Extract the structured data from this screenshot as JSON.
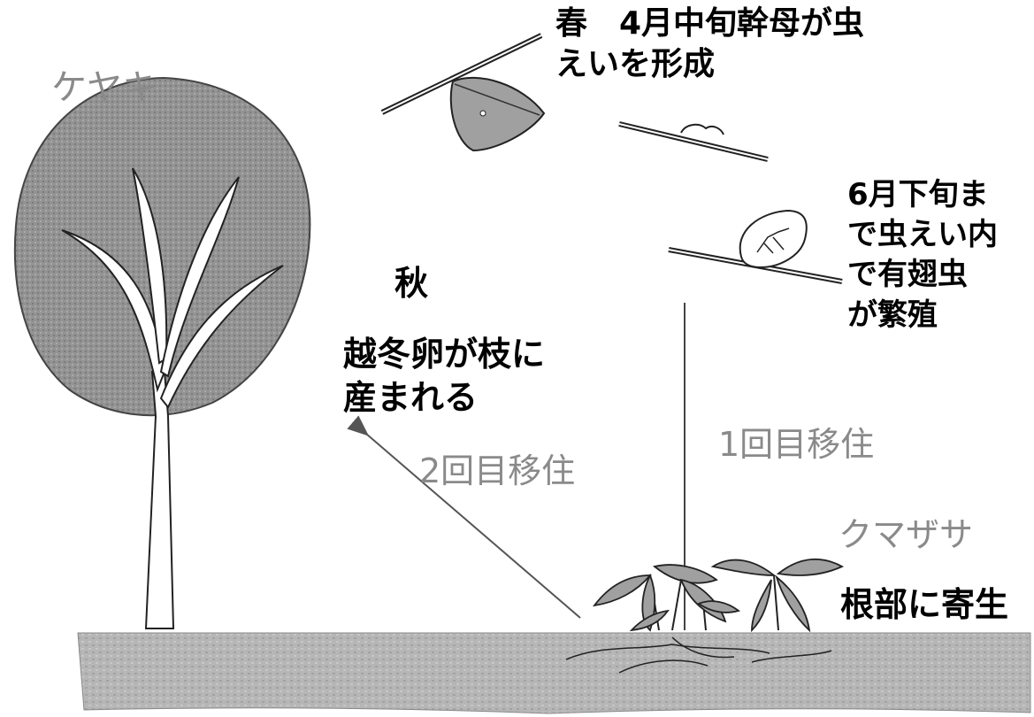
{
  "labels": {
    "tree_name": "ケヤキ",
    "spring": "春　4月中旬幹母が虫\nえいを形成",
    "june": "6月下旬ま\nで虫えい内\nで有翅虫\nが繁殖",
    "autumn_title": "秋",
    "autumn_desc": "越冬卵が枝に\n産まれる",
    "migration_1": "1回目移住",
    "migration_2": "2回目移住",
    "bamboo_name": "クマザサ",
    "root_parasite": "根部に寄生"
  },
  "colors": {
    "text_primary": "#000000",
    "text_secondary": "#8a8a8a",
    "foliage": "#8f8f8f",
    "ground": "#b4b4b4",
    "leaf": "#a0a0a0"
  }
}
